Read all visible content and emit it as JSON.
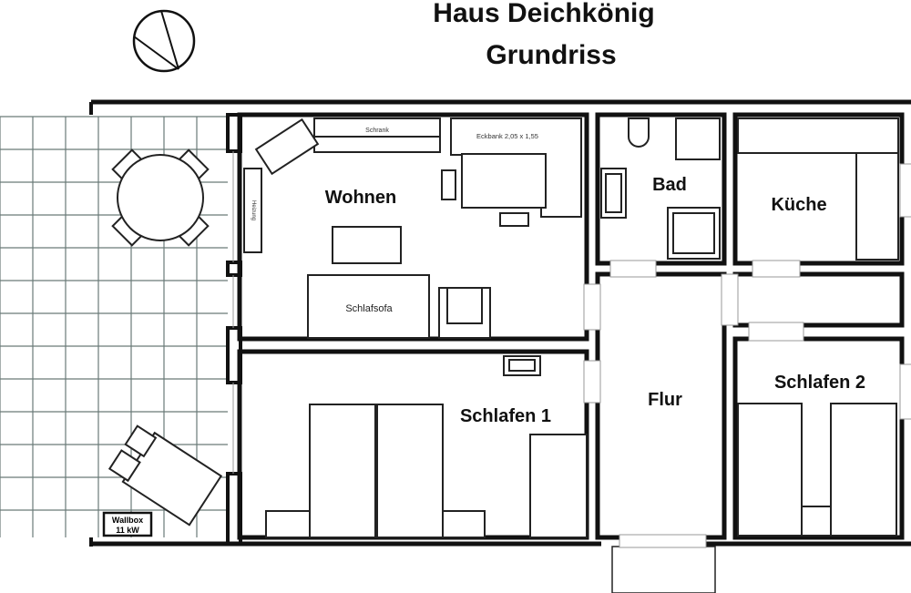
{
  "title": {
    "line1": "Haus Deichkönig",
    "line2": "Grundriss"
  },
  "rooms": {
    "wohnen": "Wohnen",
    "schlafen1": "Schlafen 1",
    "bad": "Bad",
    "kueche": "Küche",
    "flur": "Flur",
    "schlafen2": "Schlafen 2"
  },
  "furniture": {
    "schrank": "Schrank",
    "eckbank": "Eckbank 2,05 x 1,55",
    "heizung": "Heizung",
    "schlafsofa": "Schlafsofa"
  },
  "wallbox": {
    "line1": "Wallbox",
    "line2": "11 kW"
  }
}
